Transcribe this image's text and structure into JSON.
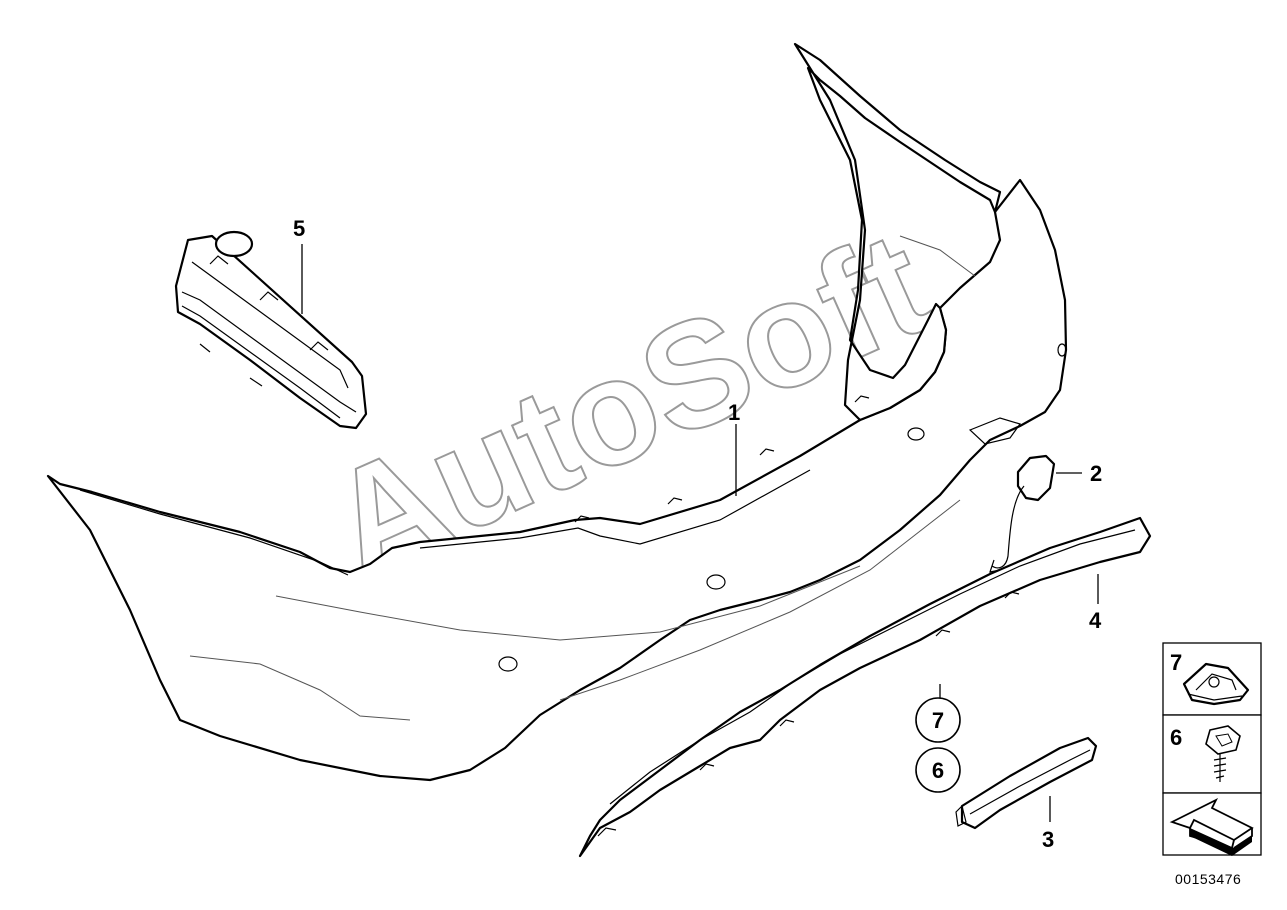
{
  "diagram": {
    "callouts": [
      {
        "id": "part-1",
        "label": "1"
      },
      {
        "id": "part-2",
        "label": "2"
      },
      {
        "id": "part-3",
        "label": "3"
      },
      {
        "id": "part-4",
        "label": "4"
      },
      {
        "id": "part-5",
        "label": "5"
      }
    ],
    "circled_callouts": [
      "7",
      "6"
    ],
    "legend": {
      "items": [
        {
          "label": "7",
          "icon": "clip-nut-icon"
        },
        {
          "label": "6",
          "icon": "hex-screw-icon"
        }
      ],
      "arrow_icon": "direction-arrow-icon"
    },
    "catalog_number": "00153476",
    "watermark": "AutoSoft"
  }
}
